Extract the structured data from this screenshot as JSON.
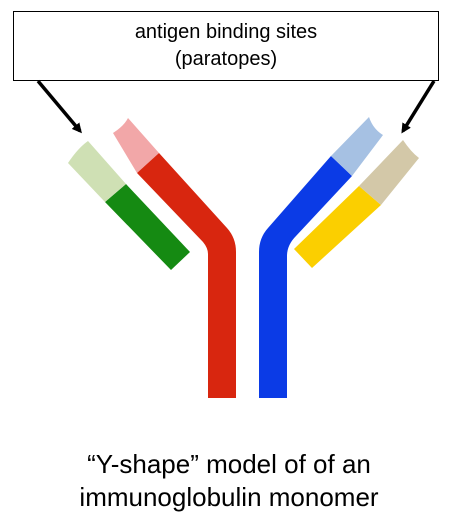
{
  "label": {
    "line1": "antigen binding sites",
    "line2": "(paratopes)"
  },
  "caption": {
    "line1": "“Y-shape” model of of an",
    "line2": "immunoglobulin monomer"
  },
  "colors": {
    "heavy_chain_left": "#d8260f",
    "heavy_chain_left_variable": "#f2a7a8",
    "light_chain_left": "#158a12",
    "light_chain_left_variable": "#cfe0b4",
    "heavy_chain_right": "#0b3be6",
    "heavy_chain_right_variable": "#a6c1e3",
    "light_chain_right": "#fbcf00",
    "light_chain_right_variable": "#d3c8a8",
    "arrow": "#000000",
    "box_border": "#000000"
  }
}
